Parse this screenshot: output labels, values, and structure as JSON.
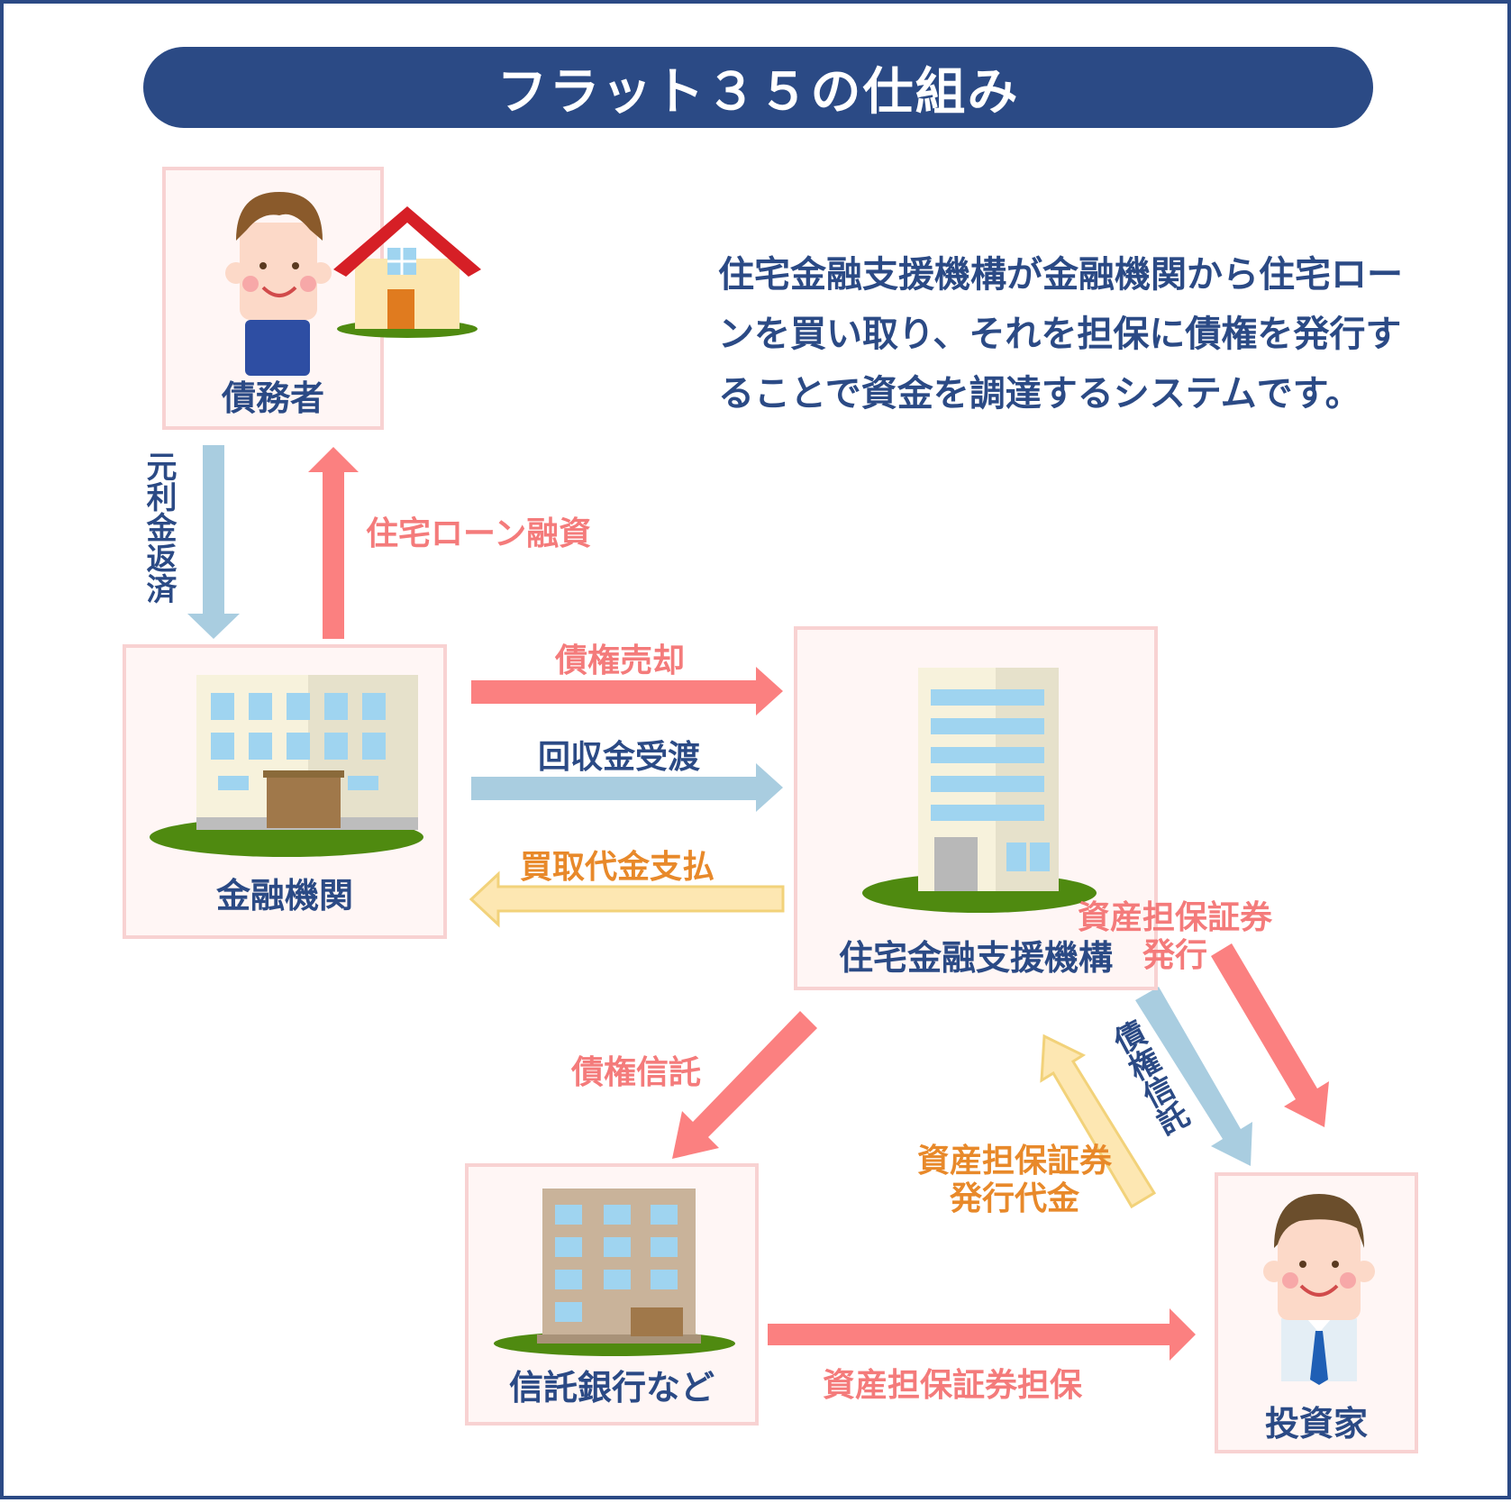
{
  "title": "フラット３５の仕組み",
  "description": "住宅金融支援機構が金融機関から住宅ローンを買い取り、それを担保に債権を発行することで資金を調達するシステムです。",
  "nodes": {
    "debtor": "債務者",
    "bank": "金融機関",
    "jhf": "住宅金融支援機構",
    "trust": "信託銀行など",
    "investor": "投資家"
  },
  "flows": {
    "repayment": "元利金返済",
    "loan": "住宅ローン融資",
    "sale": "債権売却",
    "collection": "回収金受渡",
    "payment": "買取代金支払",
    "trust_left": "債権信託",
    "trust_right": "債権信託",
    "issue_line1": "資産担保証券",
    "issue_line2": "発行",
    "proceeds_line1": "資産担保証券",
    "proceeds_line2": "発行代金",
    "collateral": "資産担保証券担保"
  },
  "colors": {
    "navy": "#2b4a85",
    "red_arrow": "#fb8080",
    "blue_arrow": "#a9cde0",
    "yellow_arrow": "#fde7b2",
    "box_border": "#f8d2d2"
  }
}
